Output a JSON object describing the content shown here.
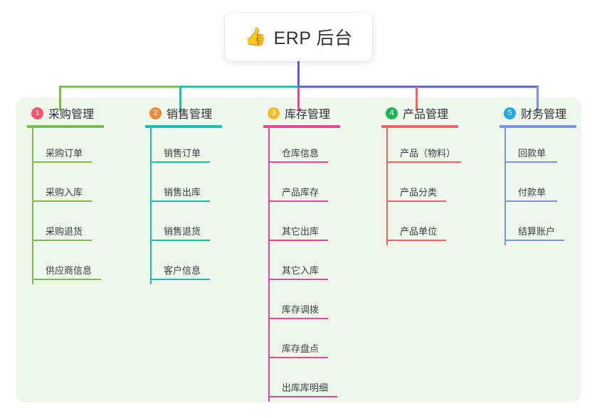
{
  "root": {
    "icon": "thumbs-up-icon",
    "icon_glyph": "👍",
    "title": "ERP 后台"
  },
  "panel": {
    "background": "#eef7e9"
  },
  "bus": {
    "segments": [
      {
        "name": "green-segment",
        "color": "#7cbc4f"
      },
      {
        "name": "teal-segment",
        "color": "#17bfae"
      },
      {
        "name": "indigo-segment",
        "color": "#5b5fc7"
      }
    ]
  },
  "columns": [
    {
      "index": "1",
      "badge_color": "#f4546e",
      "line_color": "#7cbc4f",
      "title": "采购管理",
      "items": [
        "采购订单",
        "采购入库",
        "采购退货",
        "供应商信息"
      ]
    },
    {
      "index": "2",
      "badge_color": "#f08a3c",
      "line_color": "#17bfae",
      "title": "销售管理",
      "items": [
        "销售订单",
        "销售出库",
        "销售退货",
        "客户信息"
      ]
    },
    {
      "index": "3",
      "badge_color": "#f5bc2e",
      "line_color": "#e8469a",
      "title": "库存管理",
      "items": [
        "仓库信息",
        "产品库存",
        "其它出库",
        "其它入库",
        "库存调拨",
        "库存盘点",
        "出库库明细"
      ]
    },
    {
      "index": "4",
      "badge_color": "#21b35a",
      "line_color": "#f2626b",
      "title": "产品管理",
      "items": [
        "产品（物料）",
        "产品分类",
        "产品单位"
      ]
    },
    {
      "index": "5",
      "badge_color": "#23a8e0",
      "line_color": "#7a95dd",
      "title": "财务管理",
      "items": [
        "回款单",
        "付款单",
        "结算账户"
      ]
    }
  ]
}
